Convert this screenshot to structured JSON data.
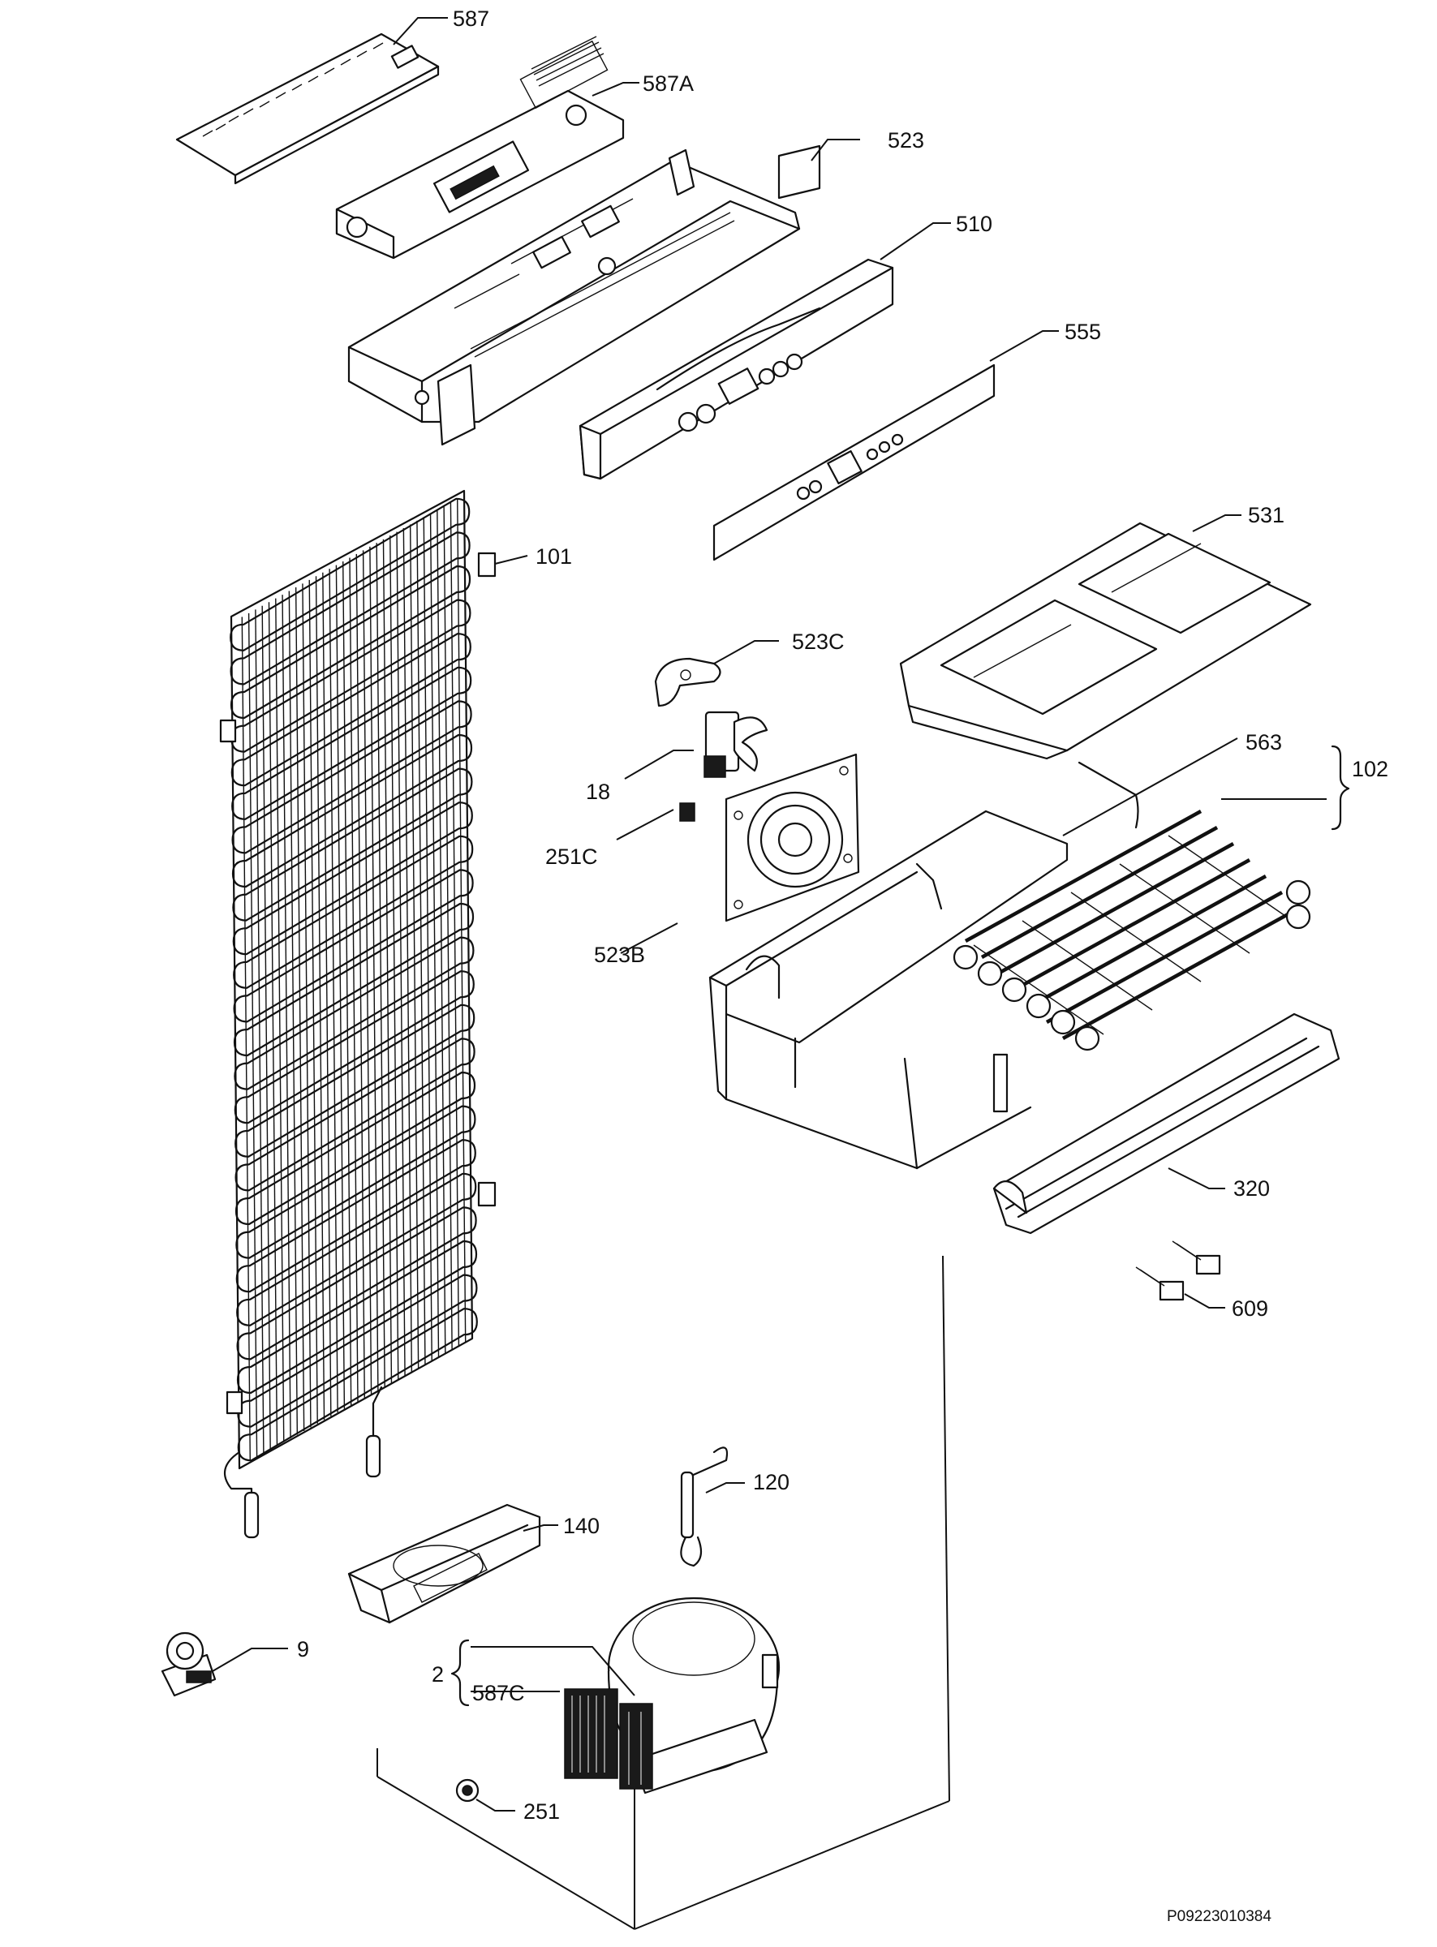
{
  "diagram": {
    "ref_code": "P09223010384",
    "callouts": [
      {
        "id": "587",
        "text": "587"
      },
      {
        "id": "587A",
        "text": "587A"
      },
      {
        "id": "523",
        "text": "523"
      },
      {
        "id": "510",
        "text": "510"
      },
      {
        "id": "555",
        "text": "555"
      },
      {
        "id": "531",
        "text": "531"
      },
      {
        "id": "101",
        "text": "101"
      },
      {
        "id": "523C",
        "text": "523C"
      },
      {
        "id": "18",
        "text": "18"
      },
      {
        "id": "251C",
        "text": "251C"
      },
      {
        "id": "523B",
        "text": "523B"
      },
      {
        "id": "563",
        "text": "563"
      },
      {
        "id": "102",
        "text": "102"
      },
      {
        "id": "320",
        "text": "320"
      },
      {
        "id": "609",
        "text": "609"
      },
      {
        "id": "120",
        "text": "120"
      },
      {
        "id": "140",
        "text": "140"
      },
      {
        "id": "9",
        "text": "9"
      },
      {
        "id": "2",
        "text": "2"
      },
      {
        "id": "587C",
        "text": "587C"
      },
      {
        "id": "251",
        "text": "251"
      }
    ]
  }
}
